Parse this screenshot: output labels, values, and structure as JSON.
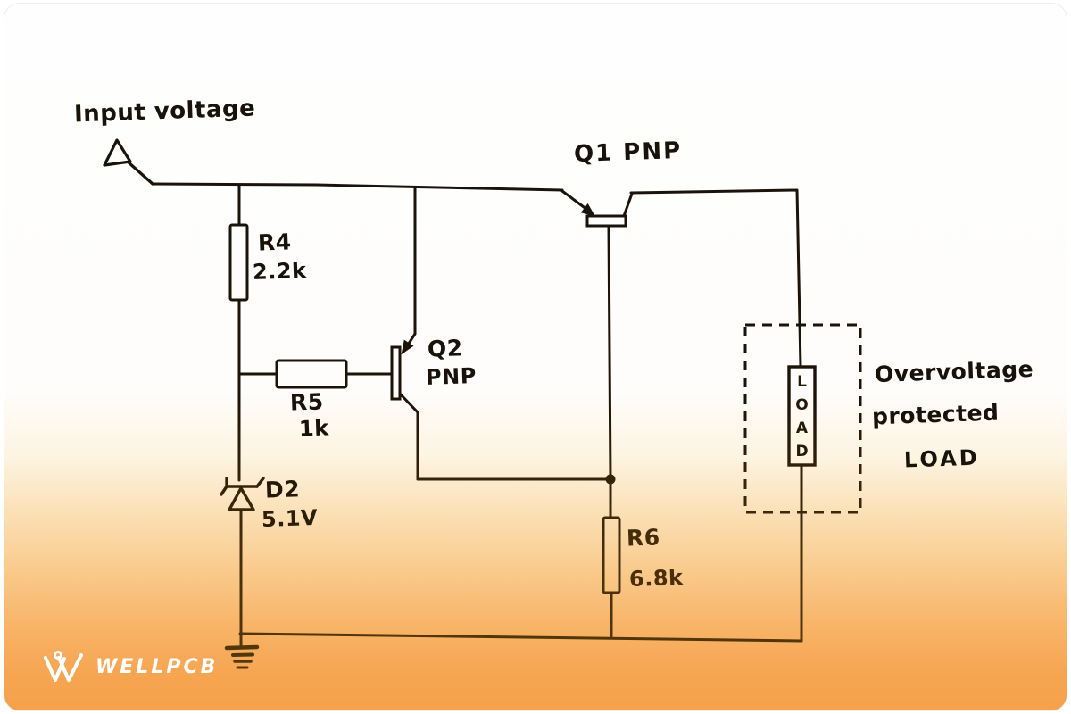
{
  "diagram": {
    "type": "hand-drawn schematic",
    "subject": "overvoltage protected load circuit",
    "labels": {
      "input_voltage": "Input voltage",
      "q1": "Q1 PNP",
      "q2_name": "Q2",
      "q2_type": "PNP",
      "r4_name": "R4",
      "r4_value": "2.2k",
      "r5_name": "R5",
      "r5_value": "1k",
      "r6_name": "R6",
      "r6_value": "6.8k",
      "d2_name": "D2",
      "d2_value": "5.1V",
      "load_box": "LOAD",
      "note_line1": "Overvoltage",
      "note_line2": "protected",
      "note_line3": "LOAD"
    },
    "components": [
      {
        "id": "R4",
        "type": "resistor",
        "value": "2.2k"
      },
      {
        "id": "R5",
        "type": "resistor",
        "value": "1k"
      },
      {
        "id": "R6",
        "type": "resistor",
        "value": "6.8k"
      },
      {
        "id": "D2",
        "type": "zener-diode",
        "value": "5.1V"
      },
      {
        "id": "Q1",
        "type": "transistor",
        "value": "PNP"
      },
      {
        "id": "Q2",
        "type": "transistor",
        "value": "PNP"
      },
      {
        "id": "LOAD",
        "type": "load",
        "value": "Overvoltage protected LOAD"
      }
    ]
  },
  "logo": {
    "brand": "WELLPCB"
  },
  "colors": {
    "ink": "#1b1409",
    "ink_warm": "#53360b",
    "background_top": "#fefefe",
    "background_bottom": "#f6a14c",
    "logo_text": "#ffffff"
  }
}
